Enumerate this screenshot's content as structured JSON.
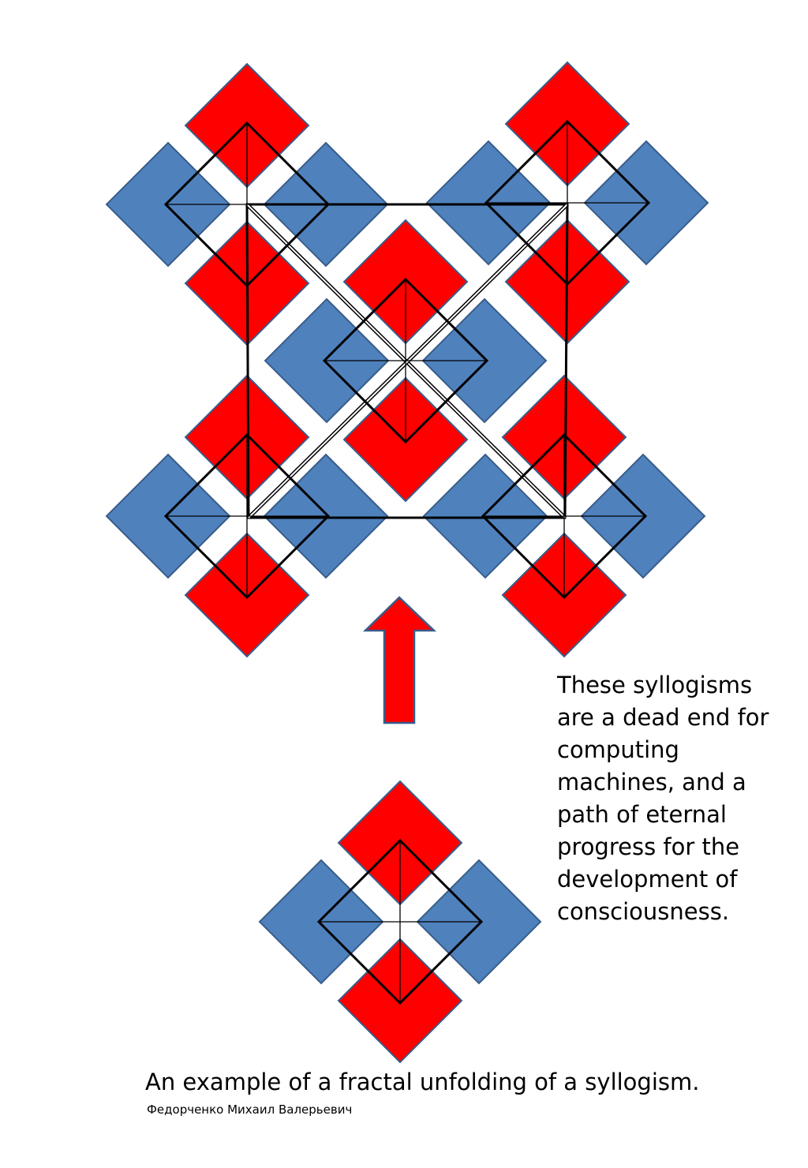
{
  "note_text": "These syllogisms are a dead end for computing machines, and a path of eternal progress for the development of consciousness.",
  "caption": "An example of a fractal unfolding of a syllogism.",
  "author": "Федорченко Михаил Валерьевич",
  "colors": {
    "red": "#ff0000",
    "blue": "#4f81bd",
    "outline": "#385d8a",
    "line": "#000000"
  }
}
